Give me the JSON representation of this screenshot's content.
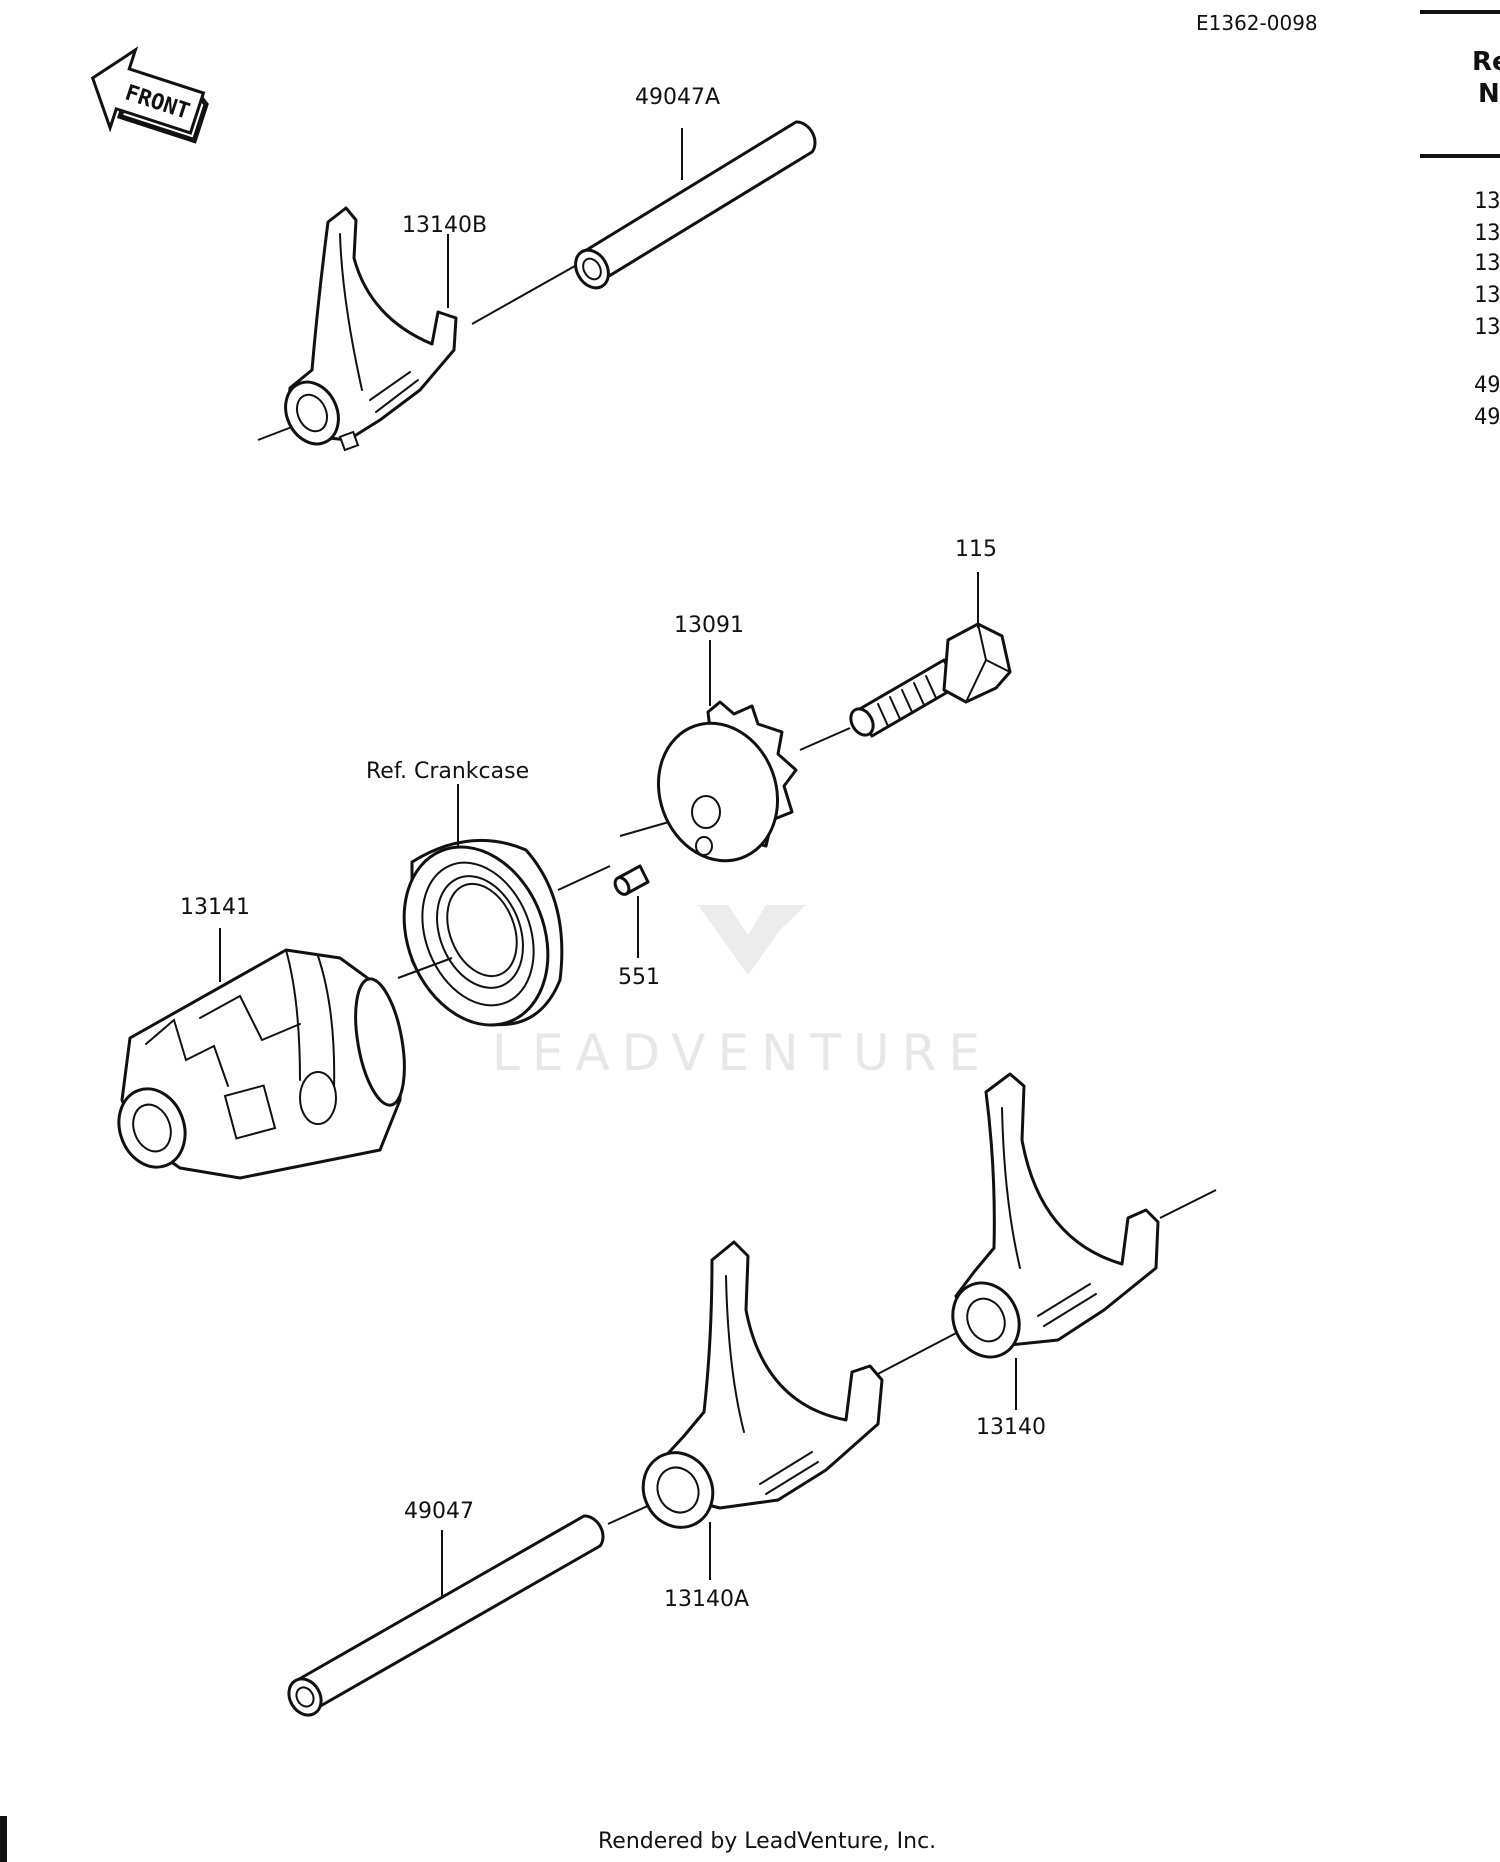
{
  "diagram_code": "E1362-0098",
  "front_arrow": {
    "label": "FRONT"
  },
  "parts": {
    "shaft_top": "49047A",
    "fork_top": "13140B",
    "bolt": "115",
    "cam": "13091",
    "crankcase_ref": "Ref. Crankcase",
    "drum": "13141",
    "pin": "551",
    "fork_right": "13140",
    "shaft_bottom": "49047",
    "fork_bottom": "13140A"
  },
  "side_table": {
    "header_line1": "Re",
    "header_line2": "N",
    "entries": [
      "13",
      "13",
      "13",
      "13",
      "13",
      "49",
      "49"
    ]
  },
  "watermark": "LEADVENTURE",
  "footer": "Rendered by LeadVenture, Inc."
}
